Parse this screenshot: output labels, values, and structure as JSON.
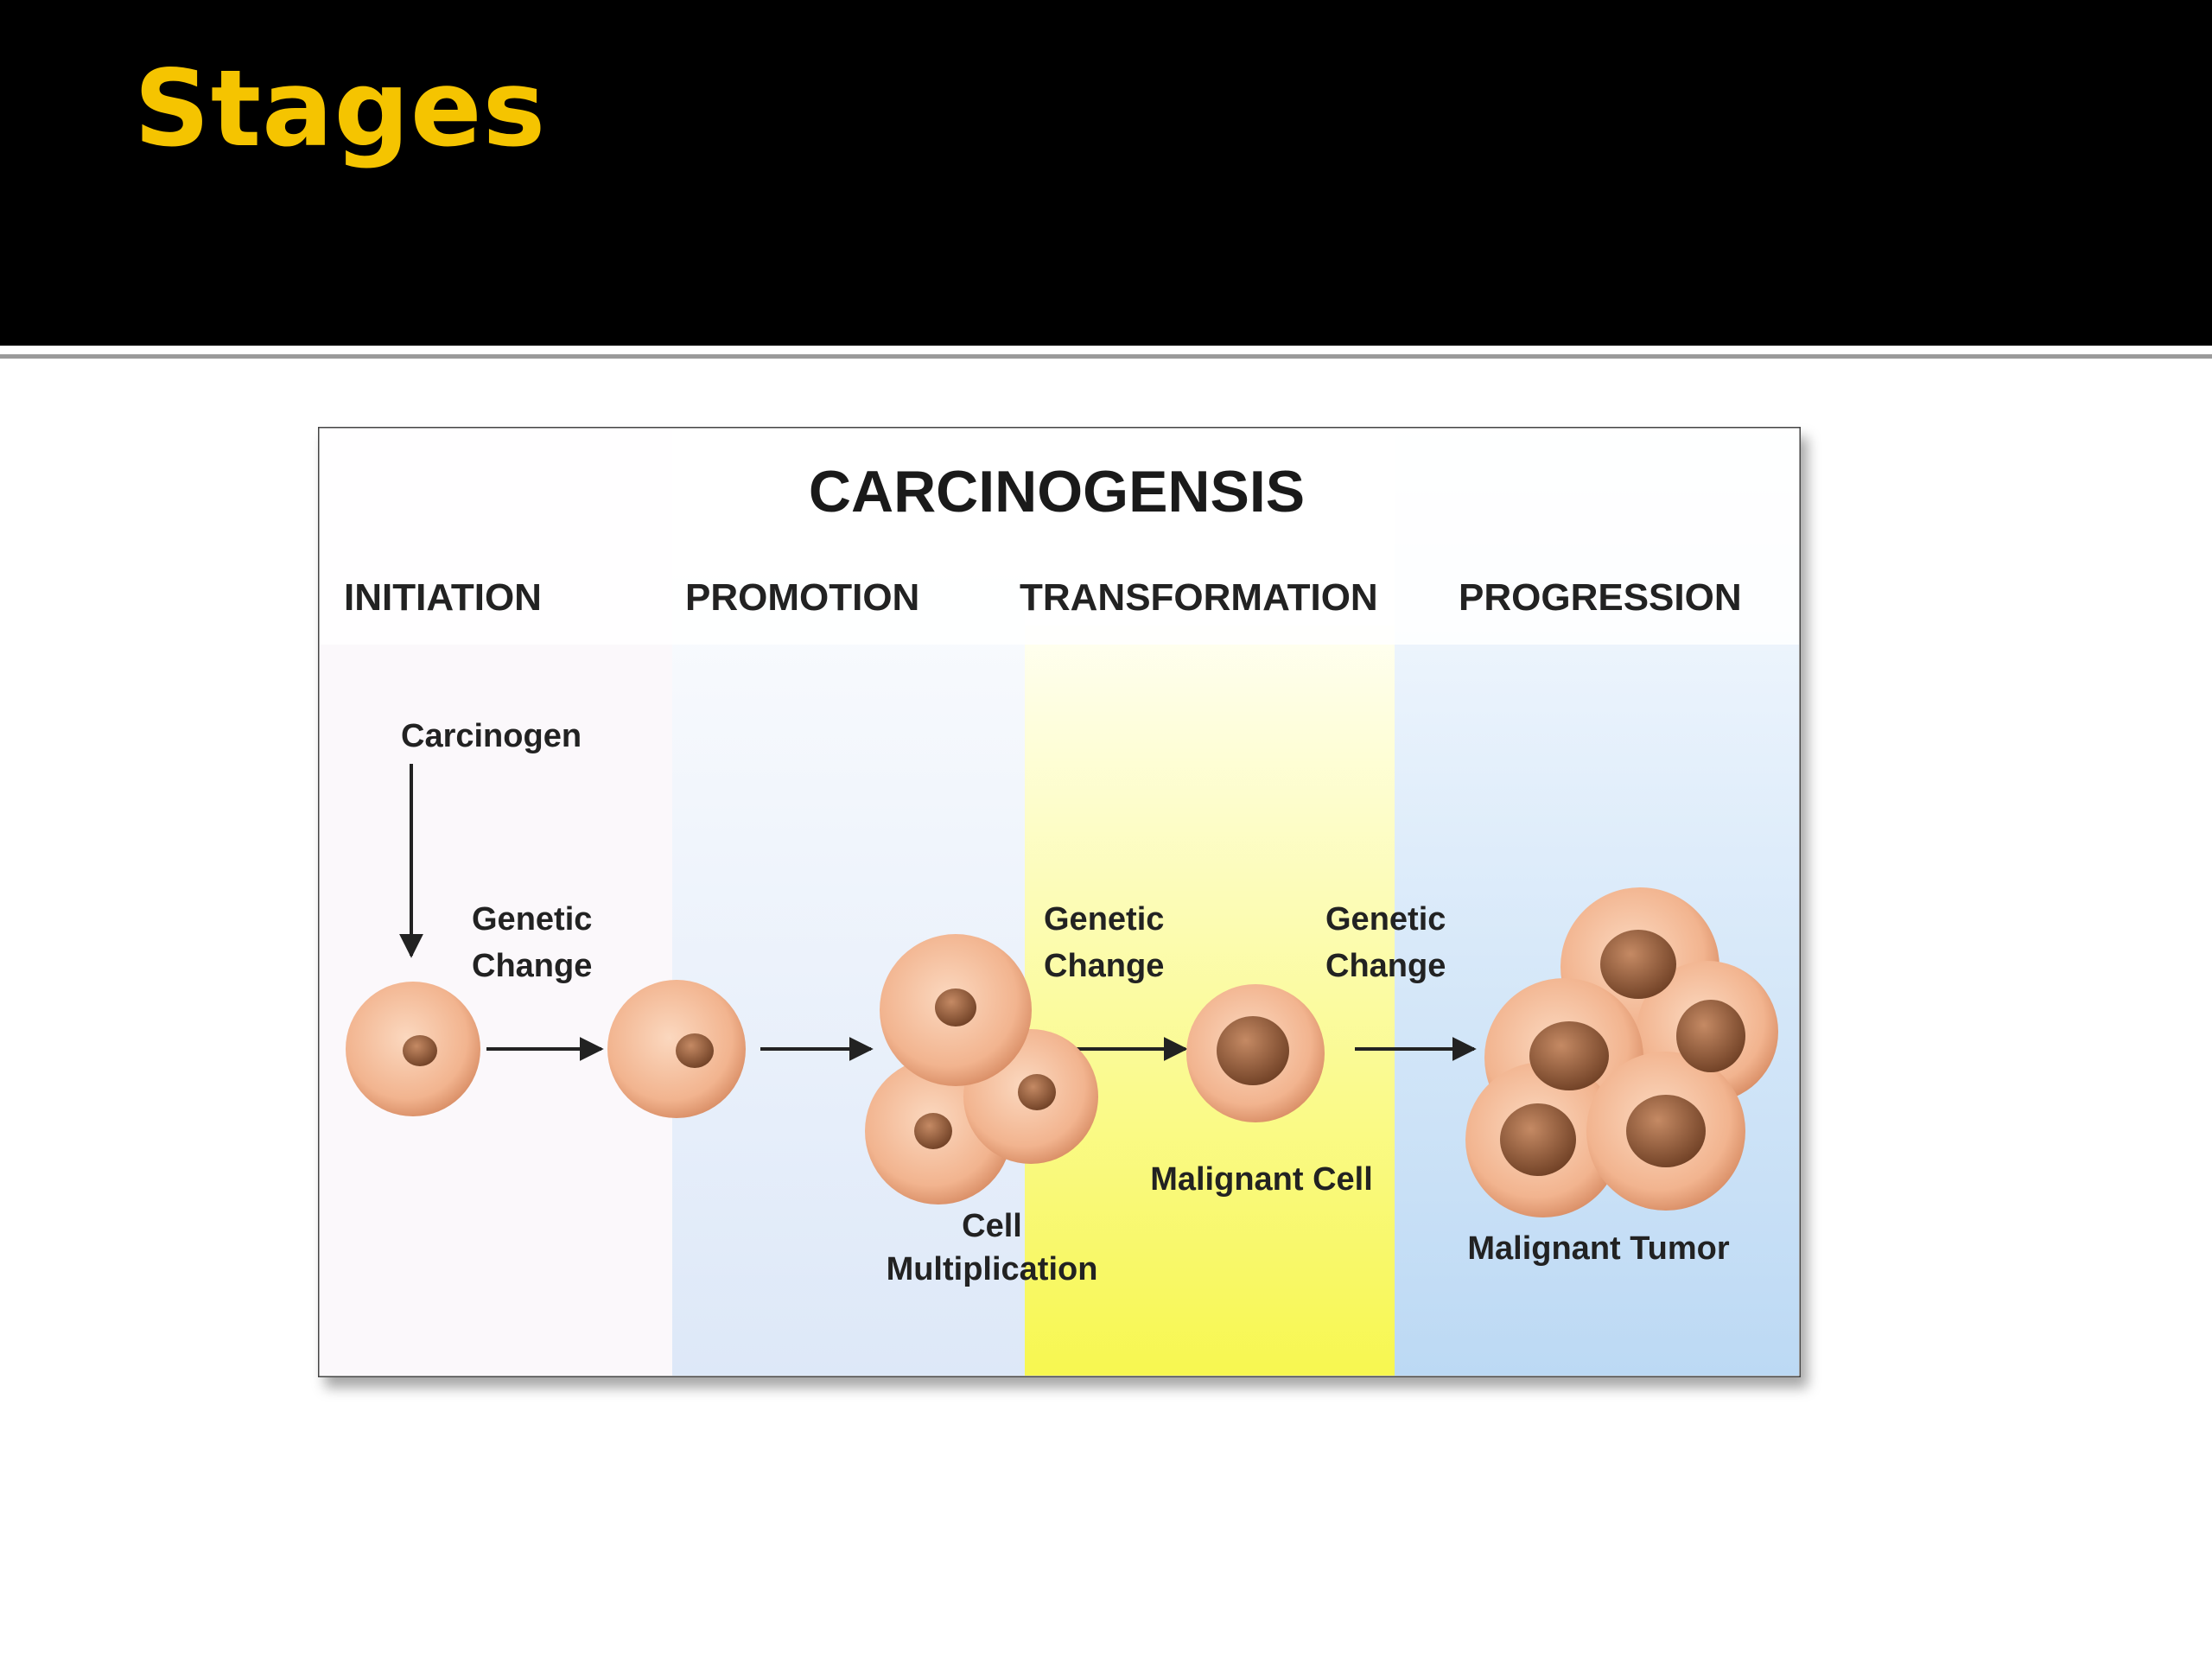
{
  "slide": {
    "title": "Stages"
  },
  "diagram": {
    "title": "CARCINOGENSIS",
    "stages": [
      {
        "label": "INITIATION"
      },
      {
        "label": "PROMOTION"
      },
      {
        "label": "TRANSFORMATION"
      },
      {
        "label": "PROGRESSION"
      }
    ],
    "labels": {
      "carcinogen": "Carcinogen",
      "genetic_change_1": [
        "Genetic",
        "Change"
      ],
      "genetic_change_2": [
        "Genetic",
        "Change"
      ],
      "genetic_change_3": [
        "Genetic",
        "Change"
      ],
      "cell_multiplication": [
        "Cell",
        "Multiplication"
      ],
      "malignant_cell": "Malignant Cell",
      "malignant_tumor": "Malignant Tumor"
    },
    "colors": {
      "title": "#f5c400",
      "header_background": "#000000",
      "cell_fill": "#f2b48f",
      "nucleus_fill": "#9a6040",
      "transformation_band": "#fbfa6a",
      "progression_band": "#cfe3f7",
      "promotion_band": "#e9f0fb"
    }
  }
}
